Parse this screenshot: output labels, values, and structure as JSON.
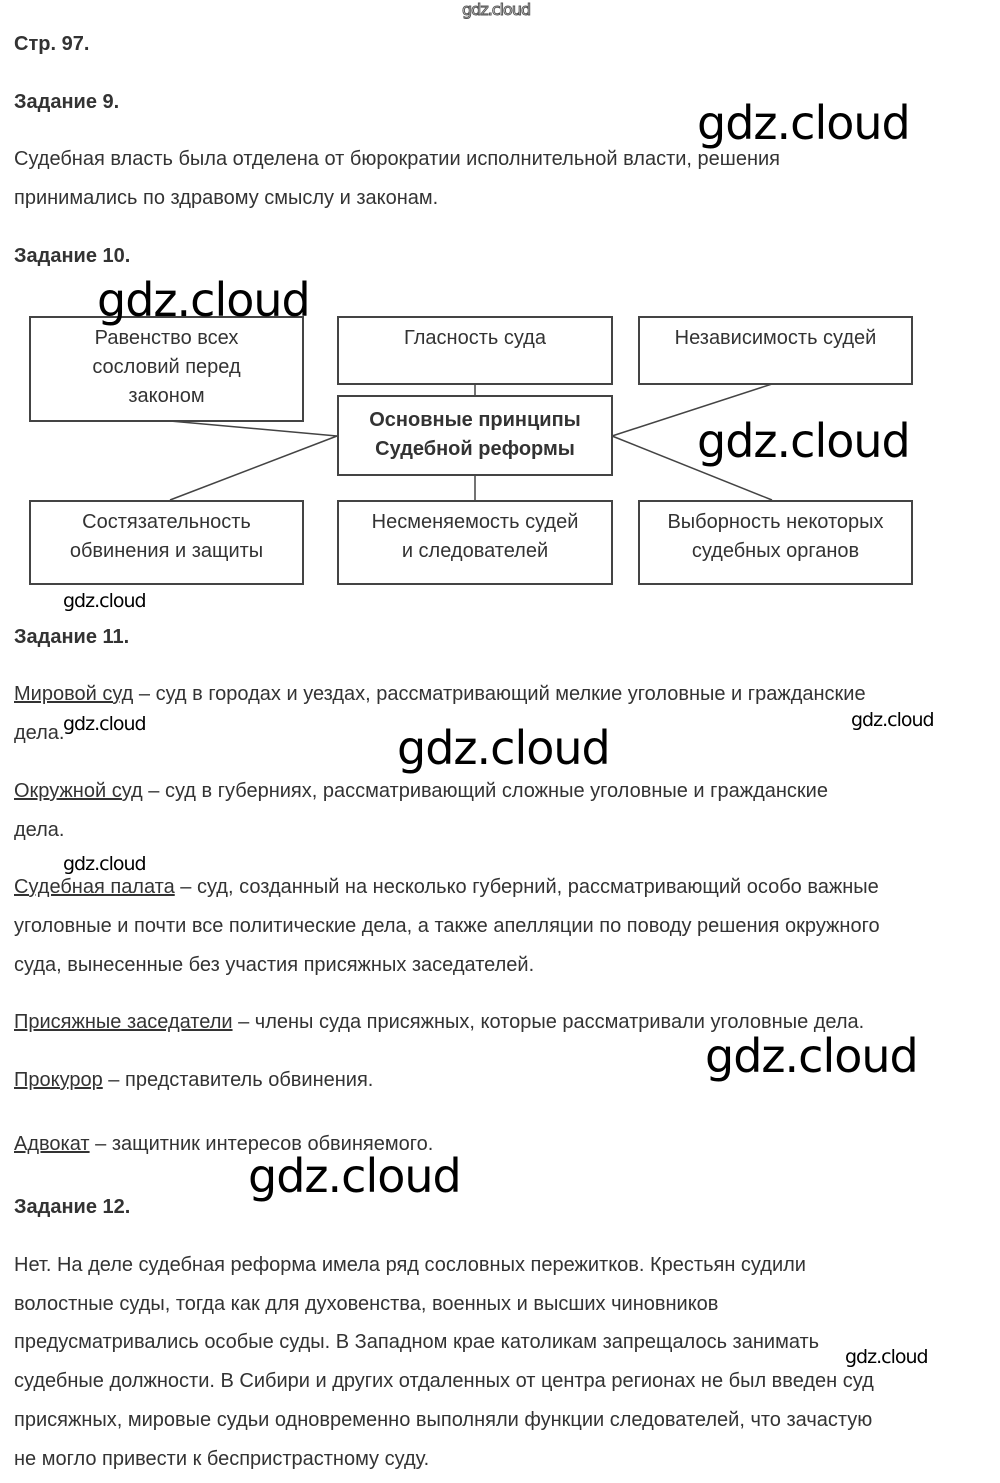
{
  "page_label": "Стр. 97.",
  "task9": {
    "title": "Задание 9.",
    "lines": [
      "Судебная власть была отделена от бюрократии исполнительной власти, решения",
      "принимались по здравому смыслу и законам."
    ]
  },
  "task10": {
    "title": "Задание 10.",
    "center": [
      "Основные принципы",
      "Судебной реформы"
    ],
    "boxes": {
      "top_left": [
        "Равенство всех",
        "сословий перед",
        "законом"
      ],
      "top_mid": [
        "Гласность суда"
      ],
      "top_right": [
        "Независимость судей"
      ],
      "bottom_left": [
        "Состязательность",
        "обвинения и защиты"
      ],
      "bottom_mid": [
        "Несменяемость судей",
        "и следователей"
      ],
      "bottom_right": [
        "Выборность некоторых",
        "судебных органов"
      ]
    }
  },
  "task11": {
    "title": "Задание 11.",
    "terms": [
      {
        "term": "Мировой суд",
        "lines": [
          " – суд в городах и уездах, рассматривающий мелкие уголовные и гражданские",
          "дела."
        ]
      },
      {
        "term": "Окружной суд",
        "lines": [
          " – суд в губерниях, рассматривающий сложные уголовные и гражданские",
          "дела."
        ]
      },
      {
        "term": "Судебная палата",
        "lines": [
          " – суд, созданный на несколько губерний, рассматривающий особо важные",
          "уголовные и почти все политические дела, а также апелляции по поводу решения окружного",
          "суда, вынесенные без участия присяжных заседателей."
        ]
      },
      {
        "term": "Присяжные заседатели",
        "lines": [
          " – члены суда присяжных, которые рассматривали уголовные дела."
        ]
      },
      {
        "term": "Прокурор",
        "lines": [
          " – представитель обвинения."
        ]
      },
      {
        "term": "Адвокат",
        "lines": [
          " – защитник интересов обвиняемого."
        ]
      }
    ]
  },
  "task12": {
    "title": "Задание 12.",
    "lines": [
      "Нет. На деле судебная реформа имела ряд сословных пережитков. Крестьян судили",
      "волостные суды, тогда как для духовенства, военных и высших чиновников",
      "предусматривались особые суды. В Западном крае католикам запрещалось занимать",
      "судебные должности. В Сибири и других отдаленных от центра регионах не был введен суд",
      "присяжных, мировые судьи одновременно выполняли функции следователей, что зачастую",
      "не могло привести к беспристрастному суду."
    ]
  },
  "watermark": "gdz.cloud"
}
